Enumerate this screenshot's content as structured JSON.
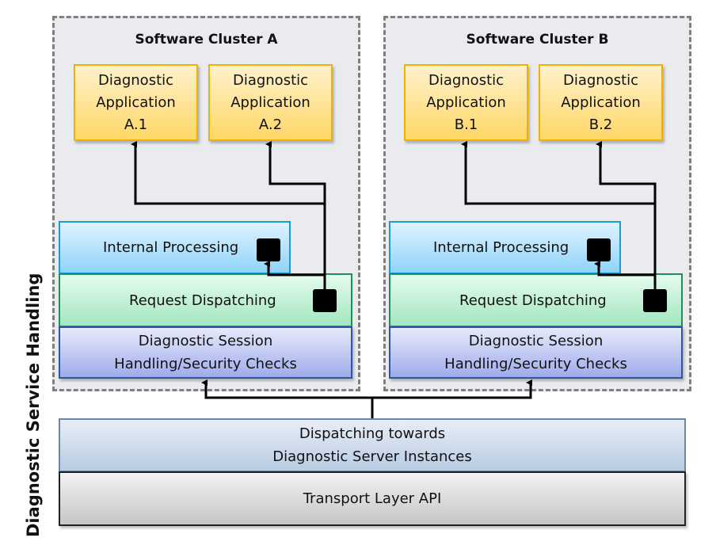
{
  "side_label": "Diagnostic Service Handling",
  "clusters": [
    {
      "title": "Software Cluster A",
      "apps": [
        {
          "line1": "Diagnostic",
          "line2": "Application",
          "line3": "A.1"
        },
        {
          "line1": "Diagnostic",
          "line2": "Application",
          "line3": "A.2"
        }
      ],
      "internal_processing": "Internal Processing",
      "request_dispatching": "Request Dispatching",
      "session": {
        "line1": "Diagnostic Session",
        "line2": "Handling/Security Checks"
      }
    },
    {
      "title": "Software Cluster B",
      "apps": [
        {
          "line1": "Diagnostic",
          "line2": "Application",
          "line3": "B.1"
        },
        {
          "line1": "Diagnostic",
          "line2": "Application",
          "line3": "B.2"
        }
      ],
      "internal_processing": "Internal Processing",
      "request_dispatching": "Request Dispatching",
      "session": {
        "line1": "Diagnostic Session",
        "line2": "Handling/Security Checks"
      }
    }
  ],
  "dispatching_layer": {
    "line1": "Dispatching towards",
    "line2": "Diagnostic Server Instances"
  },
  "transport_layer": "Transport Layer API"
}
